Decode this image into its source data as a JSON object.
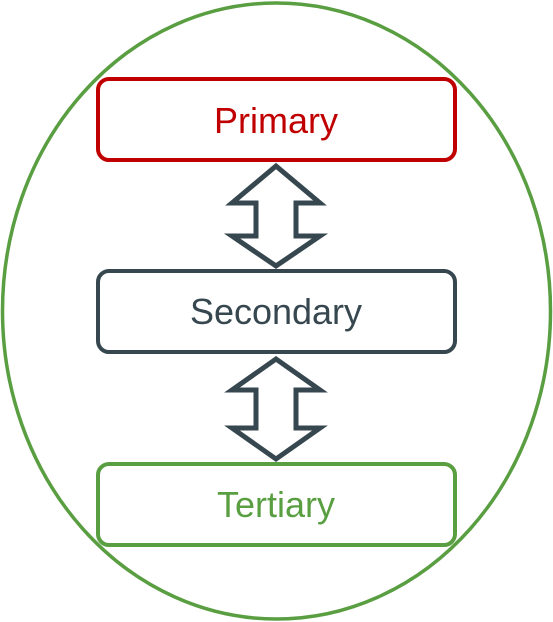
{
  "diagram": {
    "boxes": [
      {
        "id": "primary",
        "label": "Primary",
        "color": "#C00000"
      },
      {
        "id": "secondary",
        "label": "Secondary",
        "color": "#36474F"
      },
      {
        "id": "tertiary",
        "label": "Tertiary",
        "color": "#5A9E42"
      }
    ],
    "ellipse_color": "#5A9E42",
    "arrow_color": "#36474F",
    "text_colors": {
      "primary": "#C00000",
      "secondary": "#36474F",
      "tertiary": "#5A9E42"
    }
  }
}
